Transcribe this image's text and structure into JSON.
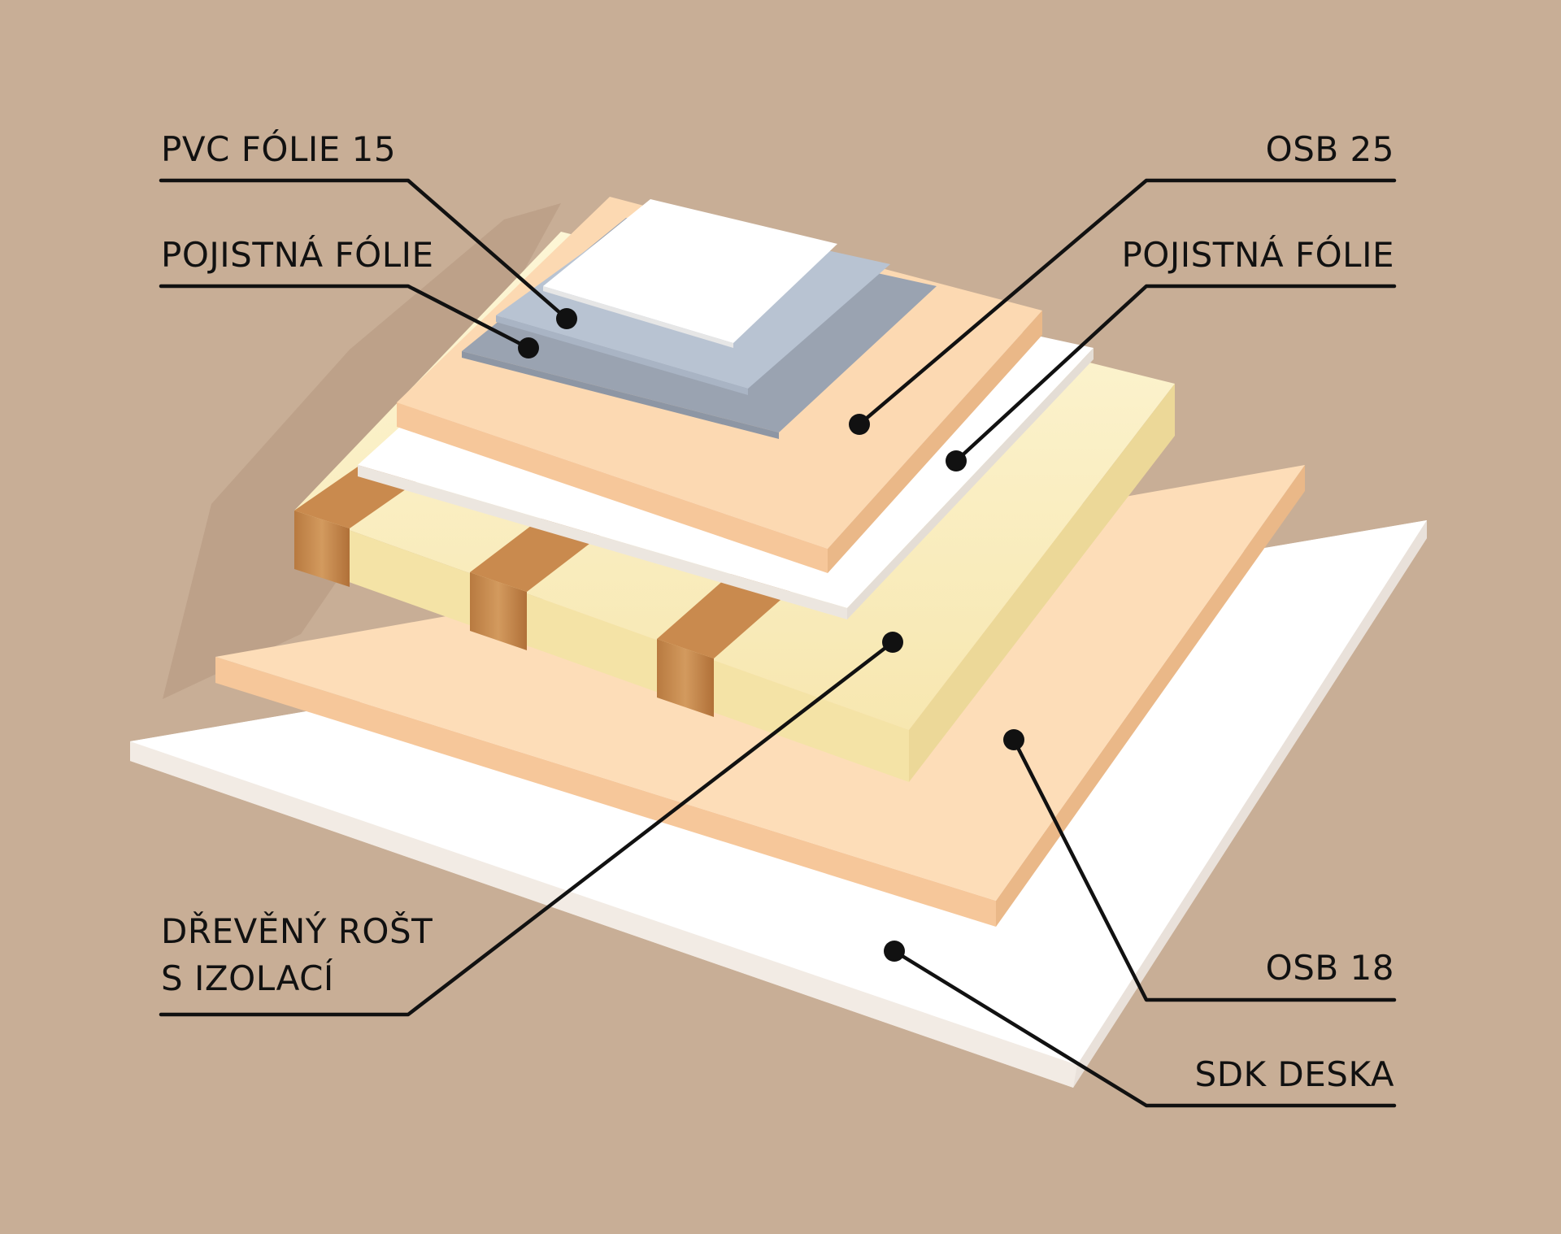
{
  "labels": {
    "pvc_folie": "PVC FÓLIE 15",
    "pojistna_folie_left": "POJISTNÁ FÓLIE",
    "osb_25": "OSB 25",
    "pojistna_folie_right": "POJISTNÁ FÓLIE",
    "drevenyrost_line1": "DŘEVĚNÝ ROŠT",
    "drevenyrost_line2": "S IZOLACÍ",
    "osb_18": "OSB 18",
    "sdk_deska": "SDK DESKA"
  },
  "colors": {
    "background": "#c8ae96",
    "sdk_board": "#ffffff",
    "osb": "#fcd9b2",
    "insulation": "#fbf0c2",
    "timber": "#c98a4e",
    "membrane_white": "#ffffff",
    "pojistna_folie": "#9aa3b1",
    "pvc_folie": "#b8c3d2",
    "leader": "#111111"
  }
}
